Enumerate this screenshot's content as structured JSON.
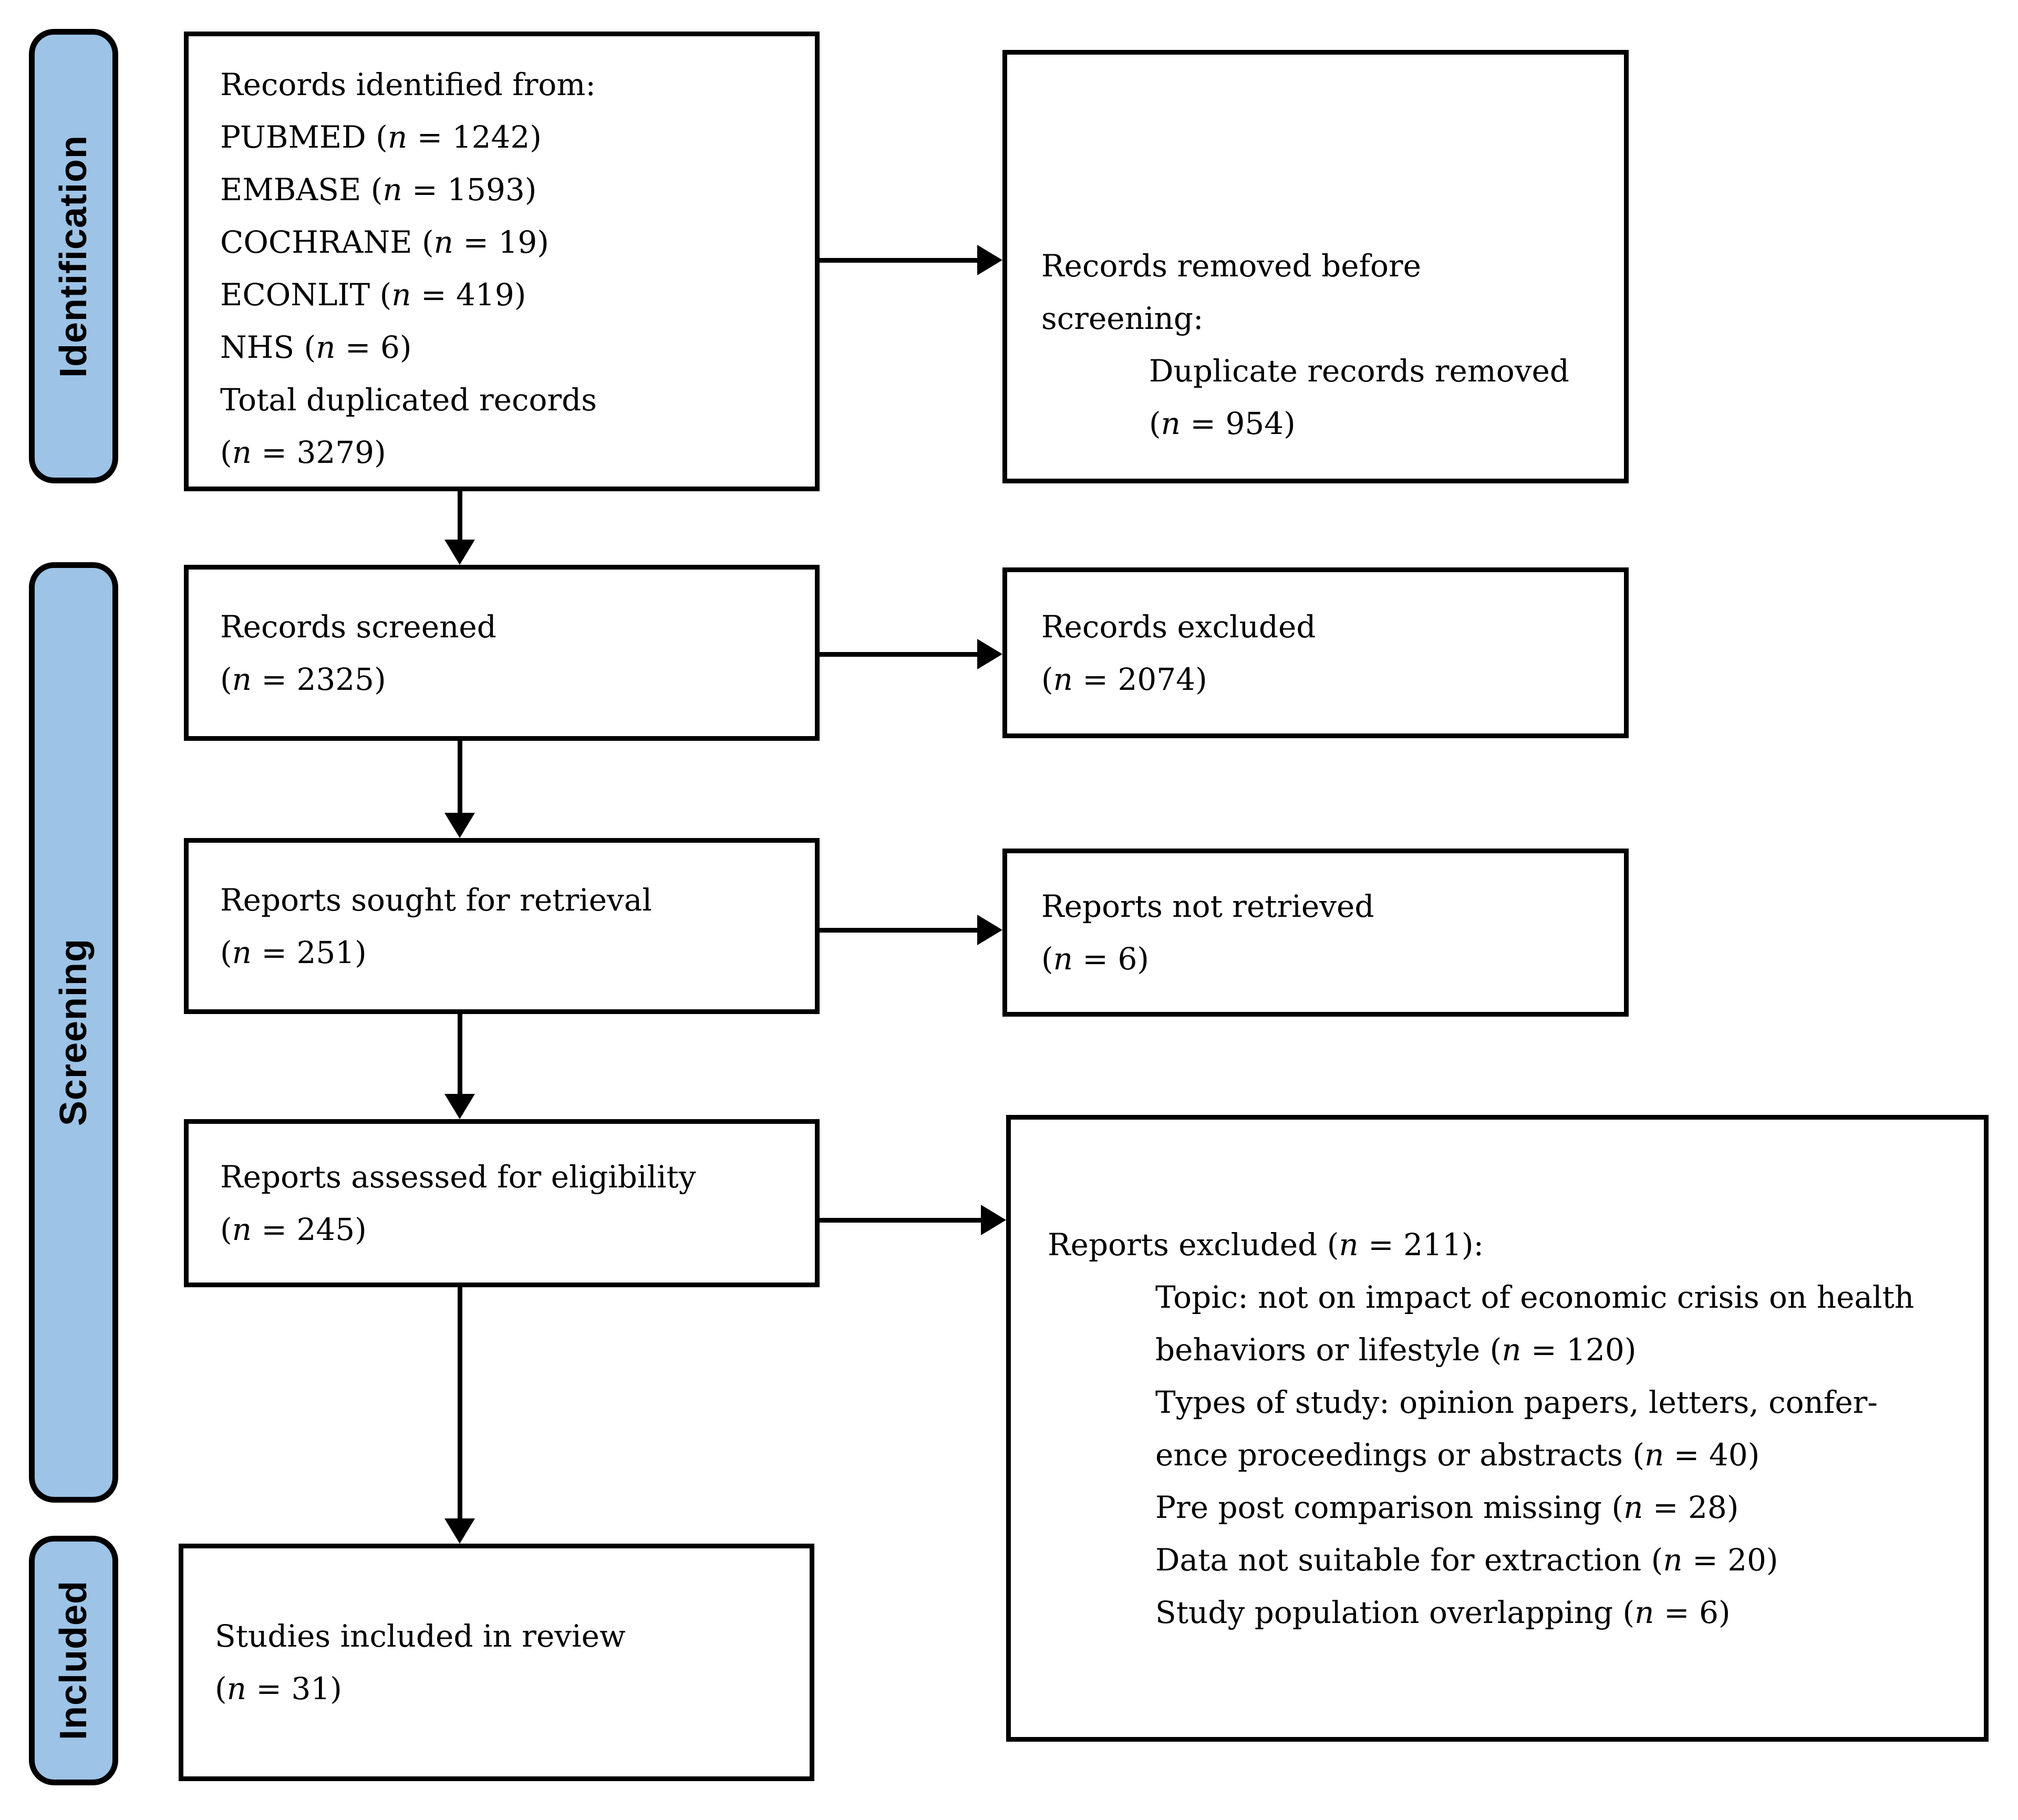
{
  "figure": {
    "type": "PRISMA flow diagram"
  },
  "palette": {
    "stage_fill": "#9DC3E6",
    "stage_border": "#000000",
    "box_border": "#000000",
    "background": "#FFFFFF",
    "text": "#000000"
  },
  "stages": [
    {
      "label": "Identification"
    },
    {
      "label": "Screening"
    },
    {
      "label": "Included"
    }
  ],
  "boxes": {
    "records_identified": {
      "lines": [
        {
          "text": "Records identified from:",
          "indent": false
        },
        {
          "text": "PUBMED (n = 1242)",
          "indent": false
        },
        {
          "text": "EMBASE (n = 1593)",
          "indent": false
        },
        {
          "text": "COCHRANE (n = 19)",
          "indent": false
        },
        {
          "text": "ECONLIT (n = 419)",
          "indent": false
        },
        {
          "text": "NHS (n = 6)",
          "indent": false
        },
        {
          "text": "Total duplicated records",
          "indent": false
        },
        {
          "text": "(n = 3279)",
          "indent": false
        }
      ]
    },
    "records_removed": {
      "lines": [
        {
          "text": "Records removed before",
          "indent": false
        },
        {
          "text": "screening:",
          "indent": false
        },
        {
          "text": "Duplicate records removed",
          "indent": true
        },
        {
          "text": "(n = 954)",
          "indent": true
        }
      ]
    },
    "records_screened": {
      "lines": [
        {
          "text": "Records screened",
          "indent": false
        },
        {
          "text": "(n = 2325)",
          "indent": false
        }
      ]
    },
    "records_excluded": {
      "lines": [
        {
          "text": "Records excluded",
          "indent": false
        },
        {
          "text": "(n = 2074)",
          "indent": false
        }
      ]
    },
    "reports_sought": {
      "lines": [
        {
          "text": "Reports sought for retrieval",
          "indent": false
        },
        {
          "text": "(n = 251)",
          "indent": false
        }
      ]
    },
    "reports_not_retrieved": {
      "lines": [
        {
          "text": "Reports not retrieved",
          "indent": false
        },
        {
          "text": "(n = 6)",
          "indent": false
        }
      ]
    },
    "reports_assessed": {
      "lines": [
        {
          "text": "Reports assessed for eligibility",
          "indent": false
        },
        {
          "text": "(n = 245)",
          "indent": false
        }
      ]
    },
    "reports_excluded": {
      "lines": [
        {
          "text": "Reports excluded (n = 211):",
          "indent": false
        },
        {
          "text": "Topic: not on impact of economic crisis on health",
          "indent": true
        },
        {
          "text": "behaviors or lifestyle (n = 120)",
          "indent": true
        },
        {
          "text": "Types of study: opinion papers, letters, confer-",
          "indent": true
        },
        {
          "text": "ence proceedings or abstracts (n = 40)",
          "indent": true
        },
        {
          "text": "Pre post comparison missing (n = 28)",
          "indent": true
        },
        {
          "text": "Data not suitable for extraction (n = 20)",
          "indent": true
        },
        {
          "text": "Study population overlapping (n = 6)",
          "indent": true
        }
      ]
    },
    "studies_included": {
      "lines": [
        {
          "text": "Studies included in review",
          "indent": false
        },
        {
          "text": "(n = 31)",
          "indent": false
        }
      ]
    }
  }
}
